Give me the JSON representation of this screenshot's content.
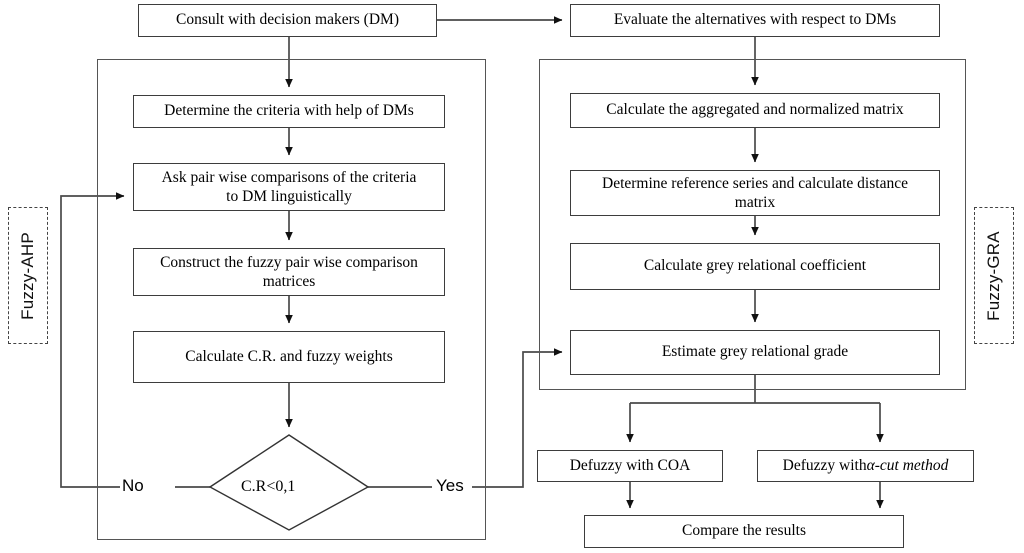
{
  "diagram": {
    "title": "Fuzzy-AHP and Fuzzy-GRA decision making flowchart",
    "line_color": "#3d3d3d",
    "group_color": "#555555",
    "text_color": "#000000",
    "background": "#ffffff"
  },
  "groups": {
    "left": {
      "label": "Fuzzy-AHP"
    },
    "right": {
      "label": "Fuzzy-GRA"
    }
  },
  "nodes": {
    "consult": {
      "label": "Consult with decision makers (DM)"
    },
    "evaluate": {
      "label": "Evaluate the alternatives with respect to DMs"
    },
    "determine_criteria": {
      "label": "Determine the criteria with help of DMs"
    },
    "ask_pairwise": {
      "line1": "Ask pair wise comparisons of the criteria",
      "line2": "to DM linguistically"
    },
    "construct_matrices": {
      "line1": "Construct the fuzzy pair wise comparison",
      "line2": "matrices"
    },
    "calculate_cr": {
      "label": "Calculate C.R. and fuzzy weights"
    },
    "decision": {
      "label": "C.R<0,1"
    },
    "aggregate": {
      "label": "Calculate the aggregated and normalized matrix"
    },
    "reference_series": {
      "line1": "Determine reference series and calculate distance",
      "line2": "matrix"
    },
    "grey_coefficient": {
      "label": "Calculate grey relational coefficient"
    },
    "grey_grade": {
      "label": "Estimate grey relational grade"
    },
    "defuzzy_coa": {
      "label": "Defuzzy with COA"
    },
    "defuzzy_alpha": {
      "prefix": "Defuzzy with ",
      "italic": "α-cut method"
    },
    "compare": {
      "label": "Compare the results"
    }
  },
  "edge_labels": {
    "no": "No",
    "yes": "Yes"
  }
}
